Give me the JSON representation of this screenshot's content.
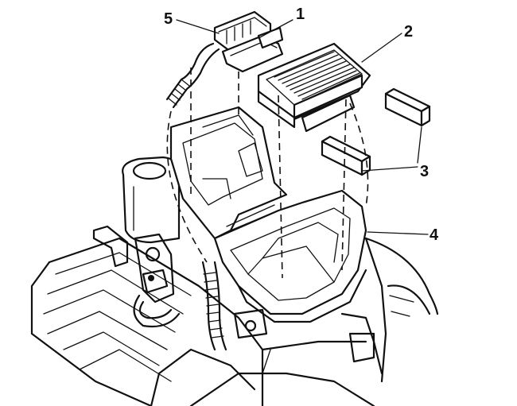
{
  "callouts": [
    {
      "id": "5",
      "label": "5"
    },
    {
      "id": "1",
      "label": "1"
    },
    {
      "id": "2",
      "label": "2"
    },
    {
      "id": "3",
      "label": "3"
    },
    {
      "id": "4",
      "label": "4"
    }
  ],
  "colors": {
    "ink": "#111111",
    "paper": "#ffffff"
  }
}
